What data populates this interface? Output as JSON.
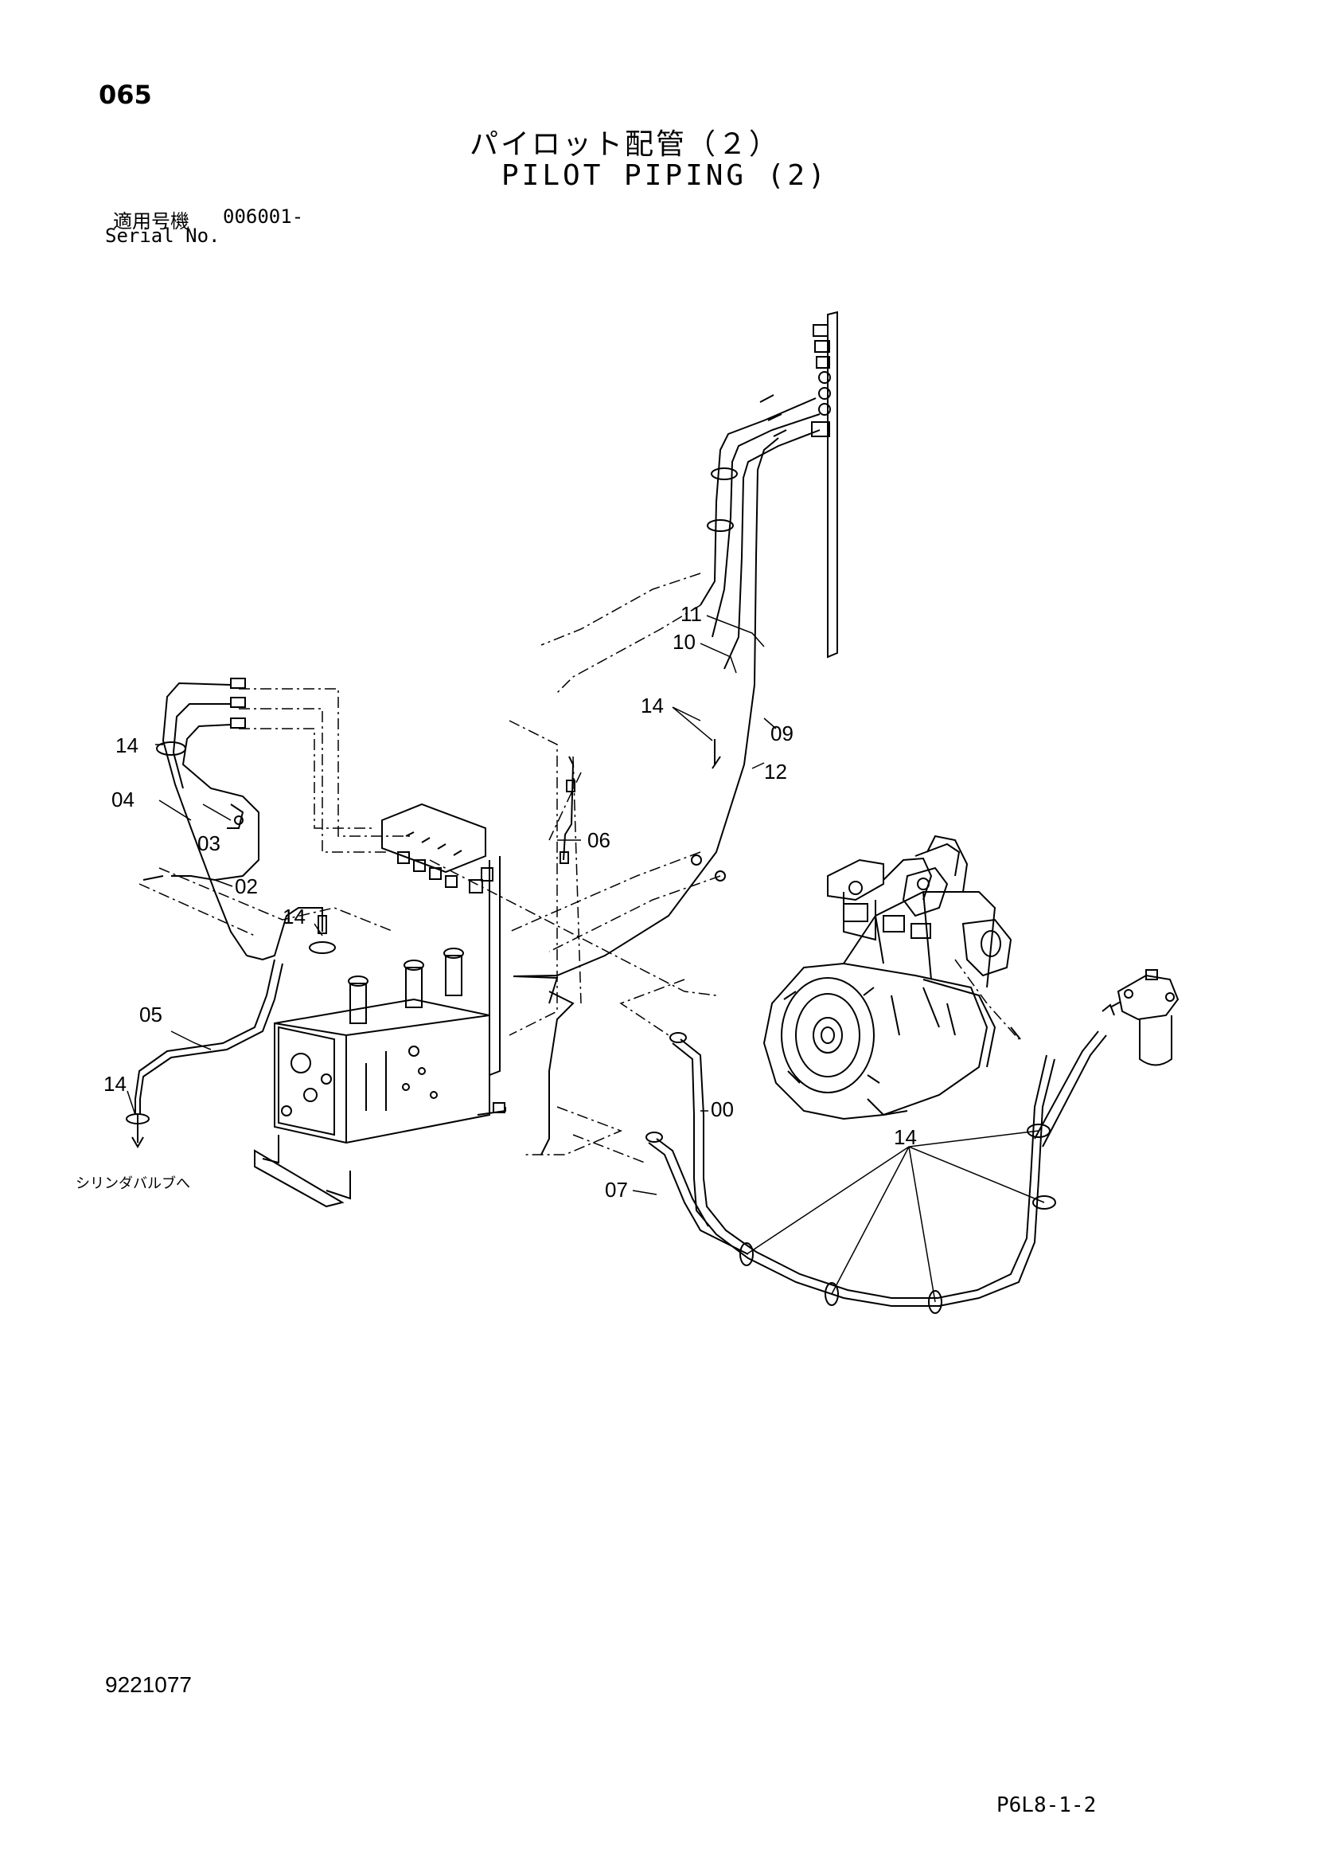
{
  "page_number": "065",
  "title_jp": "パイロット配管（２）",
  "title_en": "PILOT PIPING (2)",
  "serial": {
    "label_jp": "適用号機",
    "value": "006001-",
    "label_en": "Serial No."
  },
  "callouts": {
    "c00": "00",
    "c02": "02",
    "c03": "03",
    "c04": "04",
    "c05": "05",
    "c06": "06",
    "c07": "07",
    "c09": "09",
    "c10": "10",
    "c11": "11",
    "c12": "12",
    "c14a": "14",
    "c14b": "14",
    "c14c": "14",
    "c14d": "14",
    "c14e": "14"
  },
  "cylinder_note": "シリンダバルブへ",
  "doc_number": "9221077",
  "page_code": "P6L8-1-2"
}
